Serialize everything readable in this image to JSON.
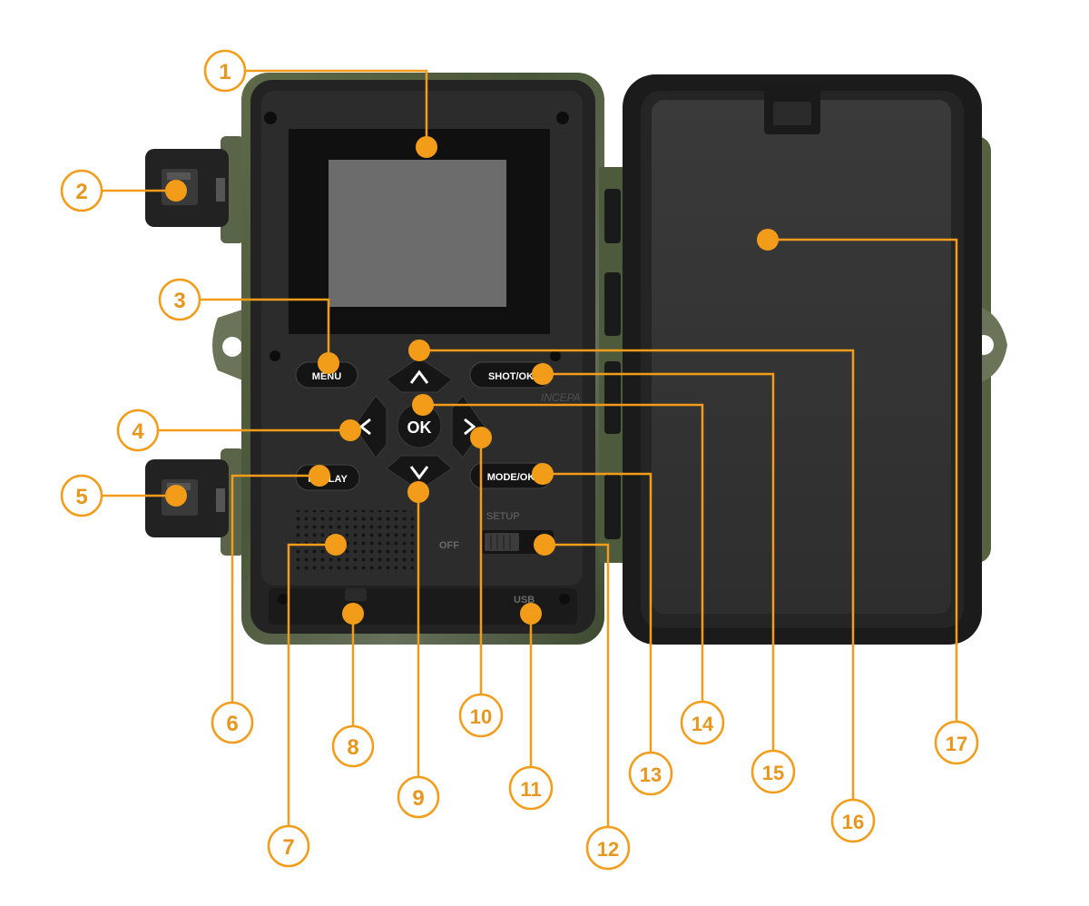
{
  "device": {
    "buttons": {
      "menu": "MENU",
      "replay": "REPLAY",
      "shot": "SHOT/OK",
      "mode": "MODE/OK",
      "ok": "OK"
    },
    "switch_labels": {
      "off": "OFF",
      "setup": "SETUP"
    },
    "port_label": "USB",
    "watermark": "INCEPA"
  },
  "callouts": [
    "1",
    "2",
    "3",
    "4",
    "5",
    "6",
    "7",
    "8",
    "9",
    "10",
    "11",
    "12",
    "13",
    "14",
    "15",
    "16",
    "17"
  ],
  "colors": {
    "accent": "#f39c1a",
    "accent_text": "#e8971e",
    "camo_dark": "#4d5a3a",
    "housing_black": "#1e1e1e",
    "panel_black": "#2a2a2a",
    "screen_gray": "#6a6a6a"
  }
}
